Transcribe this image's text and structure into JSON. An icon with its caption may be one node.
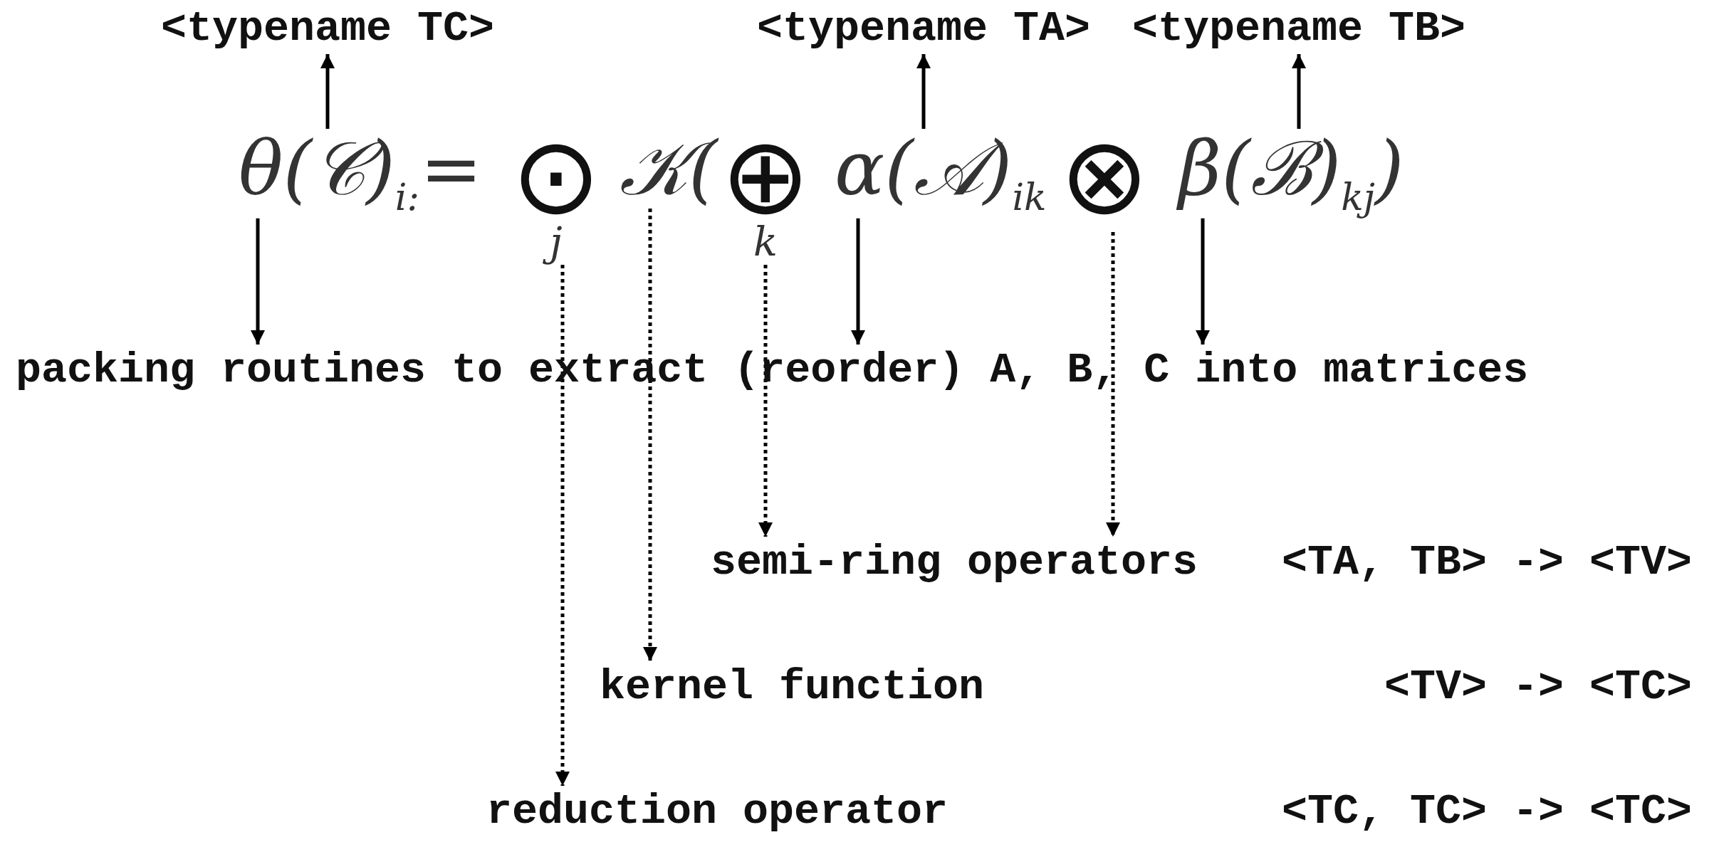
{
  "diagram": {
    "nodes": [
      {
        "text": [
          "<typename TC>"
        ]
      },
      {
        "text": [
          "<typename TA>"
        ]
      },
      {
        "text": [
          "<typename TB>"
        ]
      },
      {
        "text": [
          "θ(𝒞)$_{i:}$"
        ]
      },
      {
        "text": [
          "⊙",
          "j"
        ]
      },
      {
        "text": [
          "𝒦("
        ]
      },
      {
        "text": [
          "⊕",
          "k"
        ]
      },
      {
        "text": [
          "α(𝒜)$_{ik}$"
        ]
      },
      {
        "text": [
          "⊗"
        ]
      },
      {
        "text": [
          "β(ℬ)$_{kj}$)"
        ]
      },
      {
        "text": [
          "packing routines to extract (reorder) A, B, C into matrices"
        ]
      },
      {
        "text": [
          "semi-ring operators"
        ]
      },
      {
        "text": [
          "kernel function"
        ]
      },
      {
        "text": [
          "reduction operator"
        ]
      }
    ],
    "edges": [
      {
        "from": 3,
        "to": 0,
        "arrow": "to"
      },
      {
        "from": 7,
        "to": 1,
        "arrow": "to"
      },
      {
        "from": 9,
        "to": 2,
        "arrow": "to"
      },
      {
        "from": 3,
        "to": 10,
        "arrow": "to"
      },
      {
        "from": 7,
        "to": 10,
        "arrow": "to"
      },
      {
        "from": 9,
        "to": 10,
        "arrow": "to"
      },
      {
        "from": 4,
        "to": 13,
        "arrow": "to",
        "style": "dashed"
      },
      {
        "from": 5,
        "to": 12,
        "arrow": "to",
        "style": "dashed"
      },
      {
        "from": 6,
        "to": 11,
        "arrow": "to",
        "style": "dashed"
      },
      {
        "from": 8,
        "to": 11,
        "arrow": "to",
        "style": "dashed"
      }
    ],
    "labels": [
      "=",
      "<TA, TB> -> <TV>",
      "<TV> -> <TC>",
      "<TC, TC> -> <TC>"
    ]
  }
}
